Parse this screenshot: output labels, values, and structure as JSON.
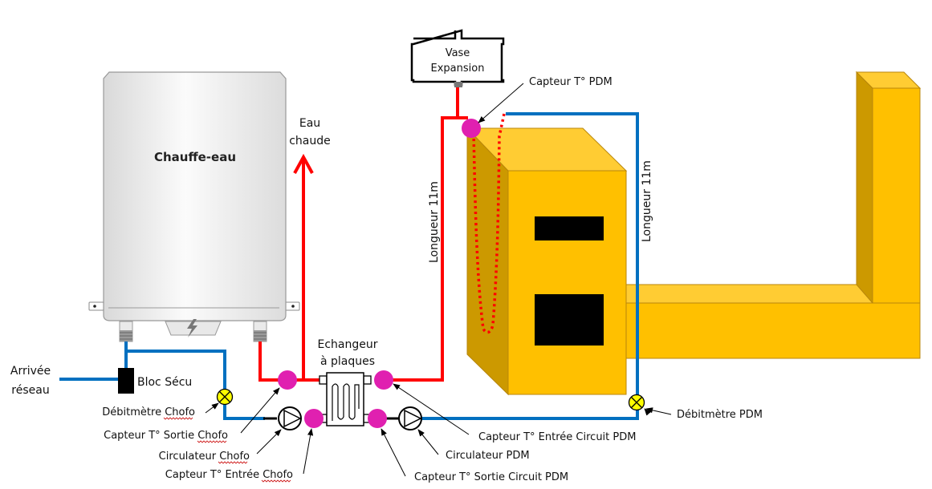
{
  "colors": {
    "hot_pipe": "#ff0000",
    "cold_pipe": "#0070c0",
    "sensor": "#e020b0",
    "flowmeter": "#ffff00",
    "building_front": "#ffc000",
    "building_top": "#ffcc33",
    "building_side": "#cc9900",
    "window": "#000000"
  },
  "water_heater": {
    "title": "Chauffe-eau",
    "outlet_label_line1": "Eau",
    "outlet_label_line2": "chaude"
  },
  "supply": {
    "label_line1": "Arrivée",
    "label_line2": "réseau",
    "safety_block": "Bloc Sécu"
  },
  "exchanger": {
    "label_line1": "Echangeur",
    "label_line2": "à plaques"
  },
  "expansion_vessel": {
    "label_line1": "Vase",
    "label_line2": "Expansion"
  },
  "pipe_lengths": {
    "left": "Longueur 11m",
    "right": "Longueur 11m"
  },
  "callouts": {
    "sensor_pdm": "Capteur T° PDM",
    "flowmeter_chofo": "Débitmètre Chofo",
    "sensor_out_chofo": "Capteur T° Sortie Chofo",
    "pump_chofo": "Circulateur Chofo",
    "sensor_in_chofo": "Capteur T° Entrée Chofo",
    "sensor_in_pdm": "Capteur T° Entrée Circuit PDM",
    "pump_pdm": "Circulateur PDM",
    "sensor_out_pdm": "Capteur T° Sortie Circuit PDM",
    "flowmeter_pdm": "Débitmètre PDM"
  }
}
